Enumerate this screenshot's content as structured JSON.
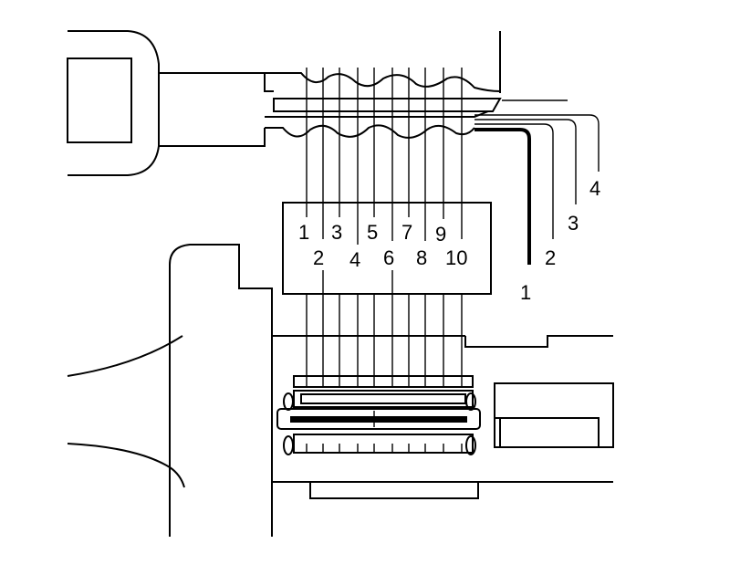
{
  "diagram": {
    "position_labels": [
      "1",
      "2",
      "3",
      "4",
      "5",
      "6",
      "7",
      "8",
      "9",
      "10"
    ],
    "depth_labels": [
      "1",
      "2",
      "3",
      "4"
    ]
  }
}
